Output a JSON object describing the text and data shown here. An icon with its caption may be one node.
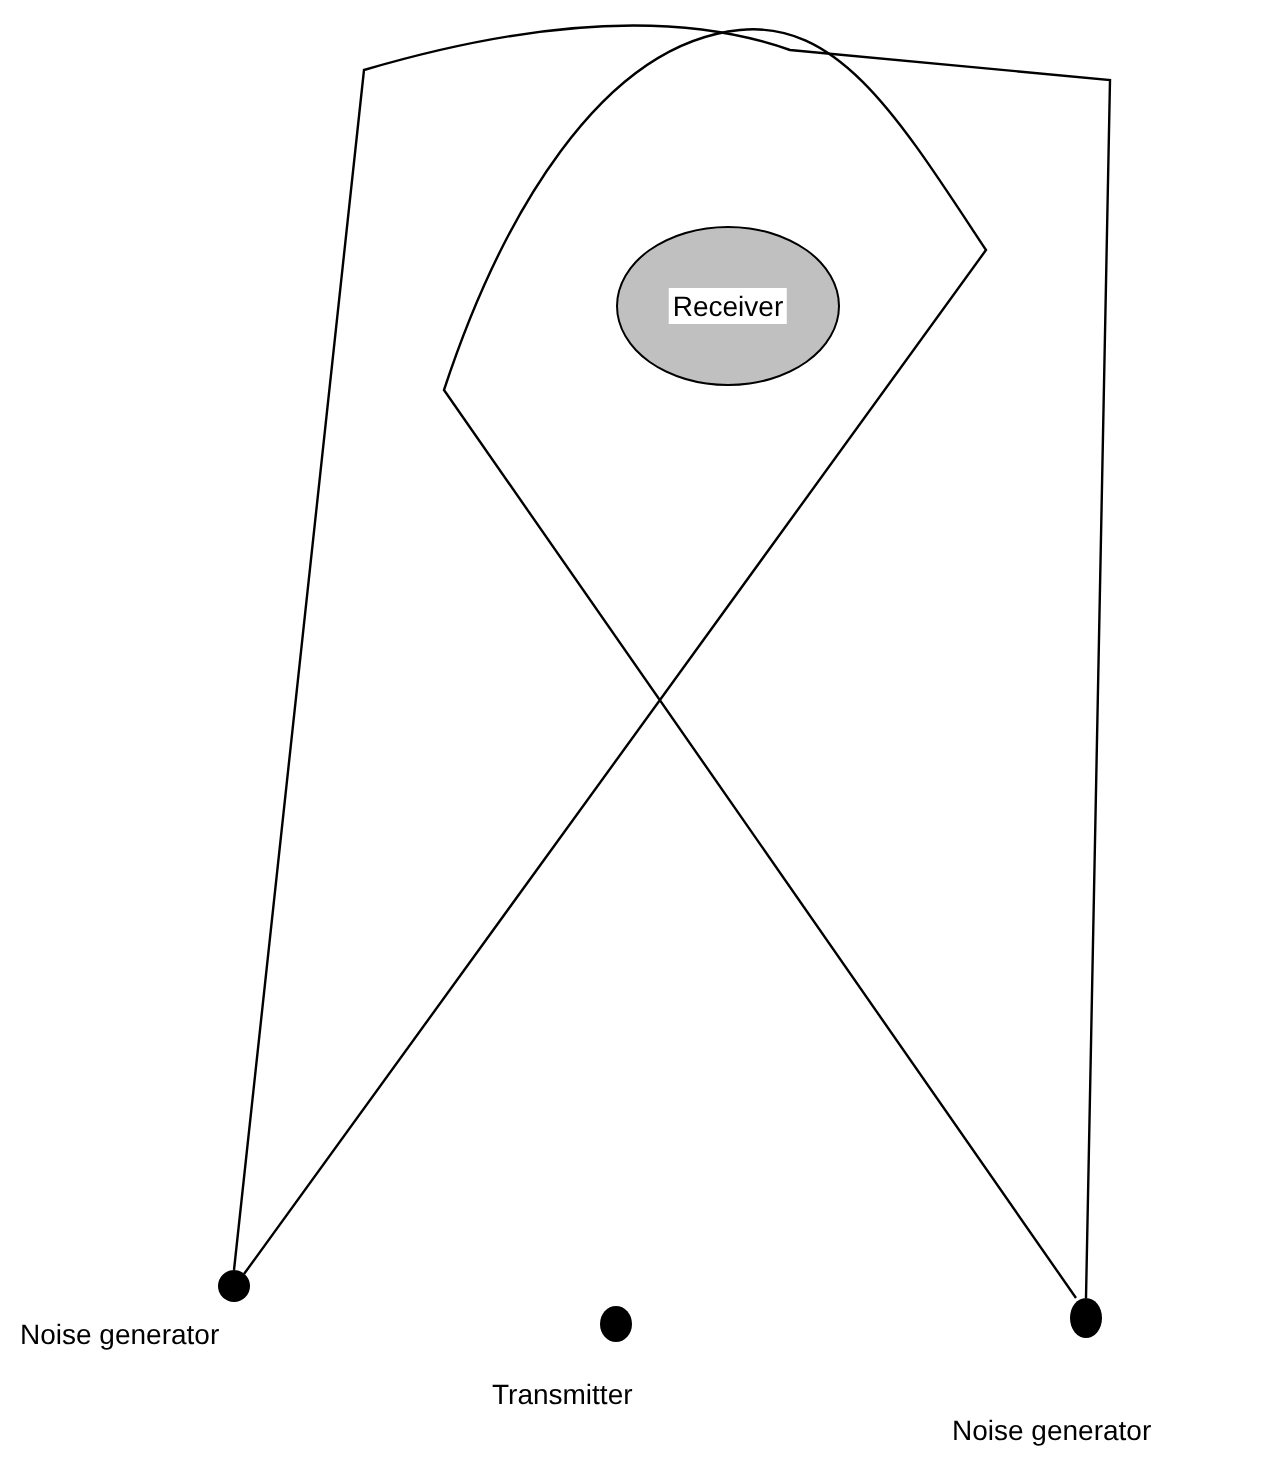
{
  "diagram": {
    "nodes": [
      {
        "text": [
          "Receiver"
        ]
      },
      {
        "text": [
          "Noise generator"
        ]
      },
      {
        "text": [
          "Transmitter"
        ]
      },
      {
        "text": [
          "Noise generator"
        ]
      }
    ],
    "edges": [
      {
        "from": 1,
        "to": 3,
        "arrow": "none"
      },
      {
        "from": 1,
        "to": 3,
        "arrow": "none"
      }
    ]
  }
}
